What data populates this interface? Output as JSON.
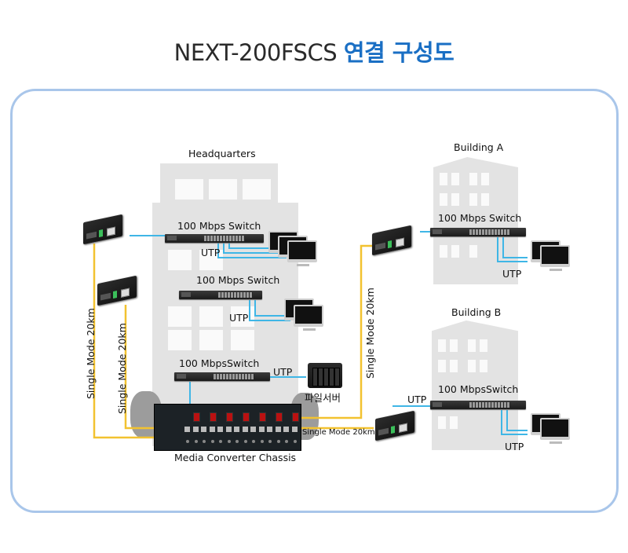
{
  "title": {
    "model": "NEXT-200FSCS",
    "suffix": "연결 구성도"
  },
  "sites": {
    "headquarters": {
      "label": "Headquarters",
      "switches": [
        {
          "label": "100 Mbps Switch",
          "link_label": "UTP",
          "endpoints": "3 PCs"
        },
        {
          "label": "100 Mbps Switch",
          "link_label": "UTP",
          "endpoints": "2 PCs"
        },
        {
          "label": "100 MbpsSwitch",
          "link_label": "UTP",
          "endpoints": "file server"
        }
      ],
      "file_server_label": "파일서버",
      "chassis_label": "Media Converter Chassis"
    },
    "building_a": {
      "label": "Building A",
      "switch_label": "100 Mbps Switch",
      "utp_label": "UTP"
    },
    "building_b": {
      "label": "Building B",
      "switch_label": "100 MbpsSwitch",
      "utp_label_left": "UTP",
      "utp_label_right": "UTP"
    }
  },
  "links": {
    "fiber_1": "Single Mode 20km",
    "fiber_2": "Single Mode 20km",
    "fiber_building_a": "Single Mode 20km",
    "fiber_building_b": "Single Mode 20km"
  },
  "colors": {
    "fiber": "#f2c230",
    "utp": "#3fb6e6",
    "frame": "#a9c6ea",
    "accent": "#1a6fc4"
  }
}
